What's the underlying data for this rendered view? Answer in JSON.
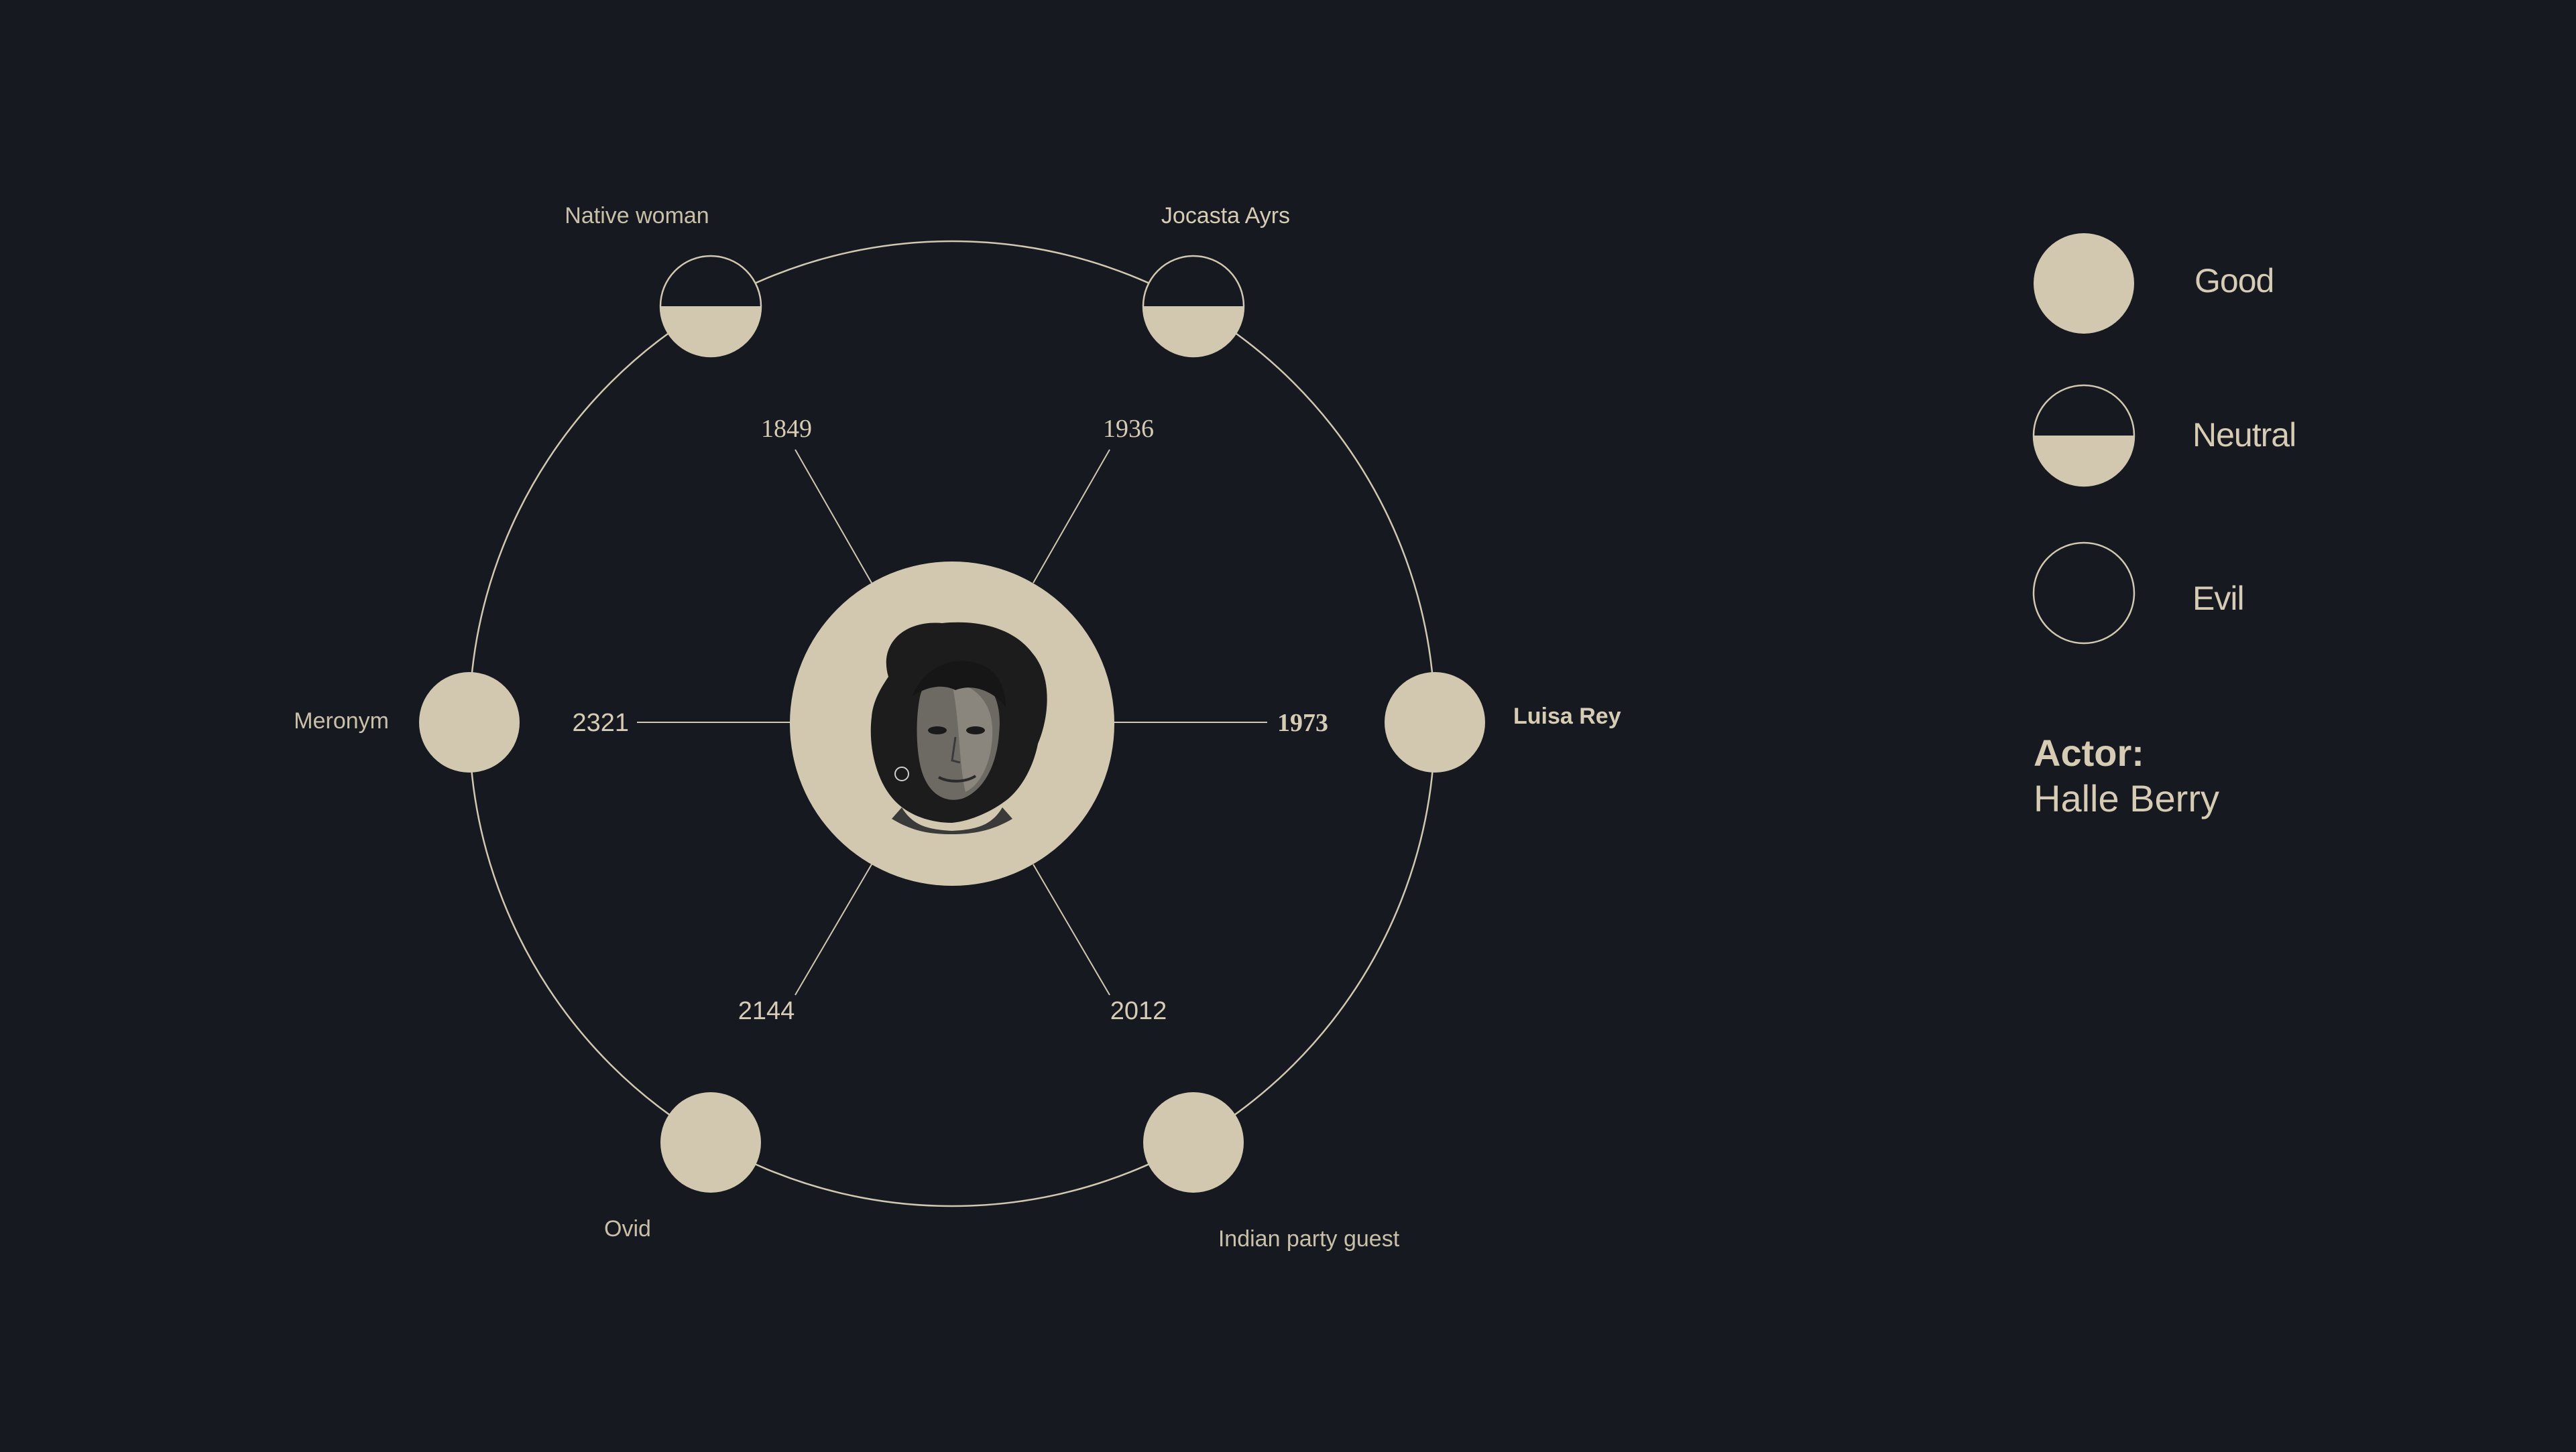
{
  "colors": {
    "background": "#161920",
    "accent": "#d1c8af",
    "text": "#d6ccb4",
    "face_dark": "#1f1f1f"
  },
  "actor": {
    "heading": "Actor:",
    "name": "Halle Berry",
    "portrait_icon": "actor-portrait-icon"
  },
  "legend": [
    {
      "label": "Good",
      "fill": "full"
    },
    {
      "label": "Neutral",
      "fill": "half"
    },
    {
      "label": "Evil",
      "fill": "empty"
    }
  ],
  "roles": [
    {
      "name": "Native woman",
      "year": "1849",
      "alignment": "Neutral",
      "highlight": false
    },
    {
      "name": "Jocasta Ayrs",
      "year": "1936",
      "alignment": "Neutral",
      "highlight": false
    },
    {
      "name": "Luisa Rey",
      "year": "1973",
      "alignment": "Good",
      "highlight": true
    },
    {
      "name": "Indian party guest",
      "year": "2012",
      "alignment": "Good",
      "highlight": false
    },
    {
      "name": "Ovid",
      "year": "2144",
      "alignment": "Good",
      "highlight": false
    },
    {
      "name": "Meronym",
      "year": "2321",
      "alignment": "Good",
      "highlight": false
    }
  ]
}
